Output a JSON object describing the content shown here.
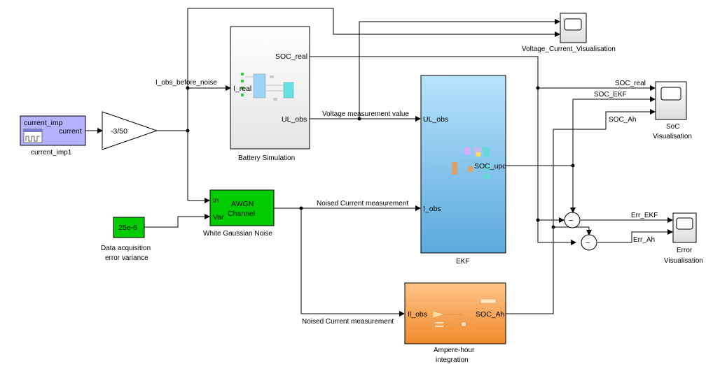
{
  "blocks": {
    "current_imp": {
      "title": "current_imp",
      "port_out": "current",
      "name": "current_imp1",
      "color": "#b2b2ff"
    },
    "gain": {
      "value": "-3/50"
    },
    "battery": {
      "port_in": "I_real",
      "port_out1": "SOC_real",
      "port_out2": "UL_obs",
      "name": "Battery Simulation"
    },
    "awgn": {
      "line1": "AWGN",
      "line2": "Channel",
      "port_in1": "In",
      "port_in2": "Var",
      "name": "White Gaussian Noise",
      "color": "#00cc00"
    },
    "variance": {
      "value": "25e-6",
      "name_line1": "Data acquisition",
      "name_line2": "error variance",
      "color": "#00cc00"
    },
    "ekf": {
      "port_in1": "UL_obs",
      "port_in2": "I_obs",
      "port_out": "SOC_upd",
      "name": "EKF"
    },
    "ah": {
      "port_in": "Il_obs",
      "port_out": "SOC_Ah",
      "name_line1": "Ampere-hour",
      "name_line2": "integration"
    },
    "scope_vc": {
      "name": "Voltage_Current_Visualisation"
    },
    "scope_soc": {
      "name_line1": "SoC",
      "name_line2": "Visualisation"
    },
    "scope_err": {
      "name_line1": "Error",
      "name_line2": "Visualisation"
    },
    "sum1": {
      "sign": "−"
    },
    "sum2": {
      "sign": "−"
    }
  },
  "signals": {
    "i_obs_before_noise": "I_obs_before_noise",
    "voltage_measurement": "Voltage measurement value",
    "noised_current_1": "Noised Current measurement",
    "noised_current_2": "Noised Current measurement",
    "soc_real": "SOC_real",
    "soc_ekf": "SOC_EKF",
    "soc_ah": "SOC_Ah",
    "err_ekf": "Err_EKF",
    "err_ah": "Err_Ah"
  }
}
